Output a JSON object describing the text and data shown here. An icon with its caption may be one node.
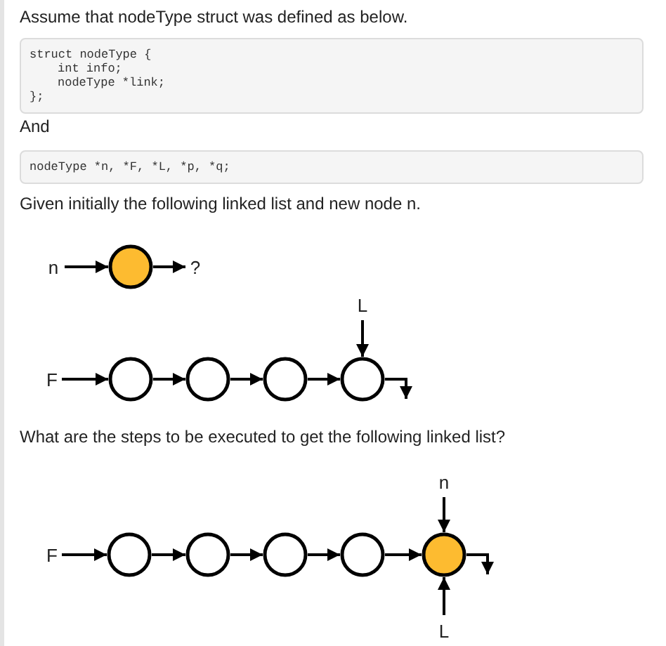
{
  "diagram": {
    "nodes": [
      {
        "text": [
          "n"
        ]
      },
      {
        "text": [],
        "shape": "circle"
      },
      {
        "text": [
          "?"
        ]
      },
      {
        "text": [
          "L"
        ]
      },
      {
        "text": [
          "F"
        ]
      },
      {
        "text": [],
        "shape": "circle"
      },
      {
        "text": [],
        "shape": "circle"
      },
      {
        "text": [],
        "shape": "circle"
      },
      {
        "text": [],
        "shape": "circle"
      },
      {
        "text": [
          "n"
        ]
      },
      {
        "text": [
          "F"
        ]
      },
      {
        "text": [],
        "shape": "circle"
      },
      {
        "text": [],
        "shape": "circle"
      },
      {
        "text": [],
        "shape": "circle"
      },
      {
        "text": [],
        "shape": "circle"
      },
      {
        "text": [],
        "shape": "circle"
      },
      {
        "text": [
          "L"
        ]
      }
    ],
    "edges": [
      {
        "from": 0,
        "to": 1,
        "arrow": "to"
      },
      {
        "from": 1,
        "to": 2,
        "arrow": "to"
      },
      {
        "from": 3,
        "to": 8,
        "arrow": "to"
      },
      {
        "from": 4,
        "to": 5,
        "arrow": "to"
      },
      {
        "from": 5,
        "to": 6,
        "arrow": "to"
      },
      {
        "from": 6,
        "to": 7,
        "arrow": "to"
      },
      {
        "from": 7,
        "to": 8,
        "arrow": "to"
      },
      {
        "from": 8,
        "to": null,
        "arrow": "to"
      },
      {
        "from": 9,
        "to": 15,
        "arrow": "to"
      },
      {
        "from": 10,
        "to": 11,
        "arrow": "to"
      },
      {
        "from": 11,
        "to": 12,
        "arrow": "to"
      },
      {
        "from": 12,
        "to": 13,
        "arrow": "to"
      },
      {
        "from": 13,
        "to": 14,
        "arrow": "to"
      },
      {
        "from": 14,
        "to": 15,
        "arrow": "to"
      },
      {
        "from": 16,
        "to": 15,
        "arrow": "to"
      },
      {
        "from": 15,
        "to": null,
        "arrow": "to"
      }
    ],
    "labels": [
      "Assume that nodeType struct was defined as below.",
      "struct nodeType {",
      "int info;",
      "nodeType *link;",
      "};",
      "And",
      "nodeType *n, *F, *L, *p, *q;",
      "Given initially the following linked list and new node n.",
      "What are the steps to be executed to get the following linked list?"
    ]
  }
}
